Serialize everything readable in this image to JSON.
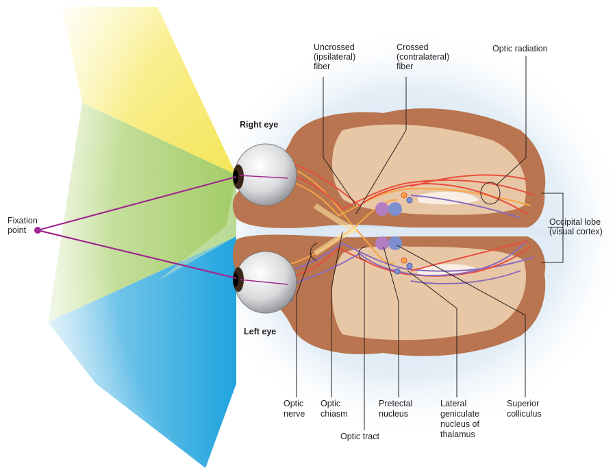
{
  "labels": {
    "fixation_point": [
      "Fixation",
      "point"
    ],
    "right_eye": "Right eye",
    "left_eye": "Left eye",
    "uncrossed_fiber": [
      "Uncrossed",
      "(ipsilateral)",
      "fiber"
    ],
    "crossed_fiber": [
      "Crossed",
      "(contralateral)",
      "fiber"
    ],
    "optic_radiation": "Optic radiation",
    "occipital_lobe": [
      "Occipital lobe",
      "(visual cortex)"
    ],
    "optic_nerve": [
      "Optic",
      "nerve"
    ],
    "optic_chiasm": [
      "Optic",
      "chiasm"
    ],
    "optic_tract": "Optic tract",
    "pretectal_nucleus": [
      "Pretectal",
      "nucleus"
    ],
    "lateral_geniculate": [
      "Lateral",
      "geniculate",
      "nucleus of",
      "thalamus"
    ],
    "superior_colliculus": [
      "Superior",
      "colliculus"
    ]
  },
  "colors": {
    "visual_field_yellow": "#f7ea6a",
    "visual_field_green": "#a9cf6b",
    "visual_field_blue": "#2aa8e0",
    "brain_outer": "#b8754f",
    "brain_inner": "#e8c7a6",
    "fixation_point": "#a0278f",
    "fiber_red": "#e94e3c",
    "fiber_orange": "#f7a545",
    "fiber_purple": "#8a6bbd",
    "nucleus_blue": "#7d8fd1",
    "nucleus_purple": "#b37ec0"
  }
}
